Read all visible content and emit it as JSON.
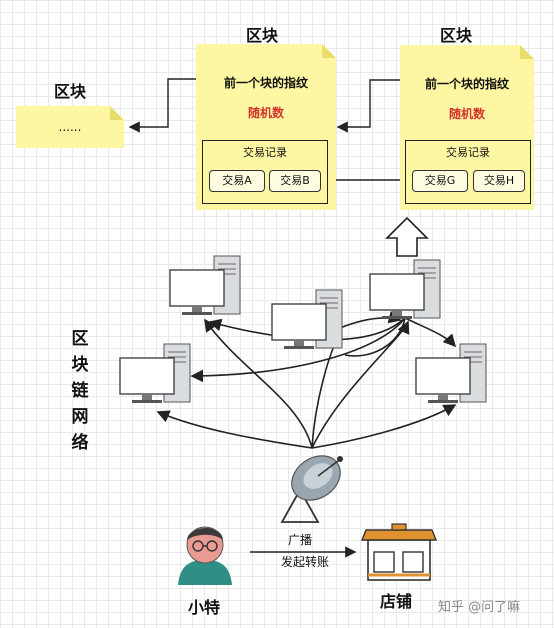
{
  "blocks": {
    "left": {
      "title": "区块",
      "content": "......"
    },
    "middle": {
      "title": "区块",
      "prev_hash": "前一个块的指纹",
      "nonce": "随机数",
      "records_label": "交易记录",
      "tx1": "交易A",
      "tx2": "交易B"
    },
    "right": {
      "title": "区块",
      "prev_hash": "前一个块的指纹",
      "nonce": "随机数",
      "records_label": "交易记录",
      "tx1": "交易G",
      "tx2": "交易H"
    }
  },
  "network_label": [
    "区",
    "块",
    "链",
    "网",
    "络"
  ],
  "broadcast_label": "广播",
  "transfer_label": "发起转账",
  "person_label": "小特",
  "shop_label": "店铺",
  "watermark": "知乎 @问了嘛",
  "colors": {
    "note": "#fdf6a3",
    "nonce": "#d3342c",
    "person_skin": "#e99b93",
    "person_body": "#2f8f86",
    "shop_awning": "#e0922f"
  }
}
